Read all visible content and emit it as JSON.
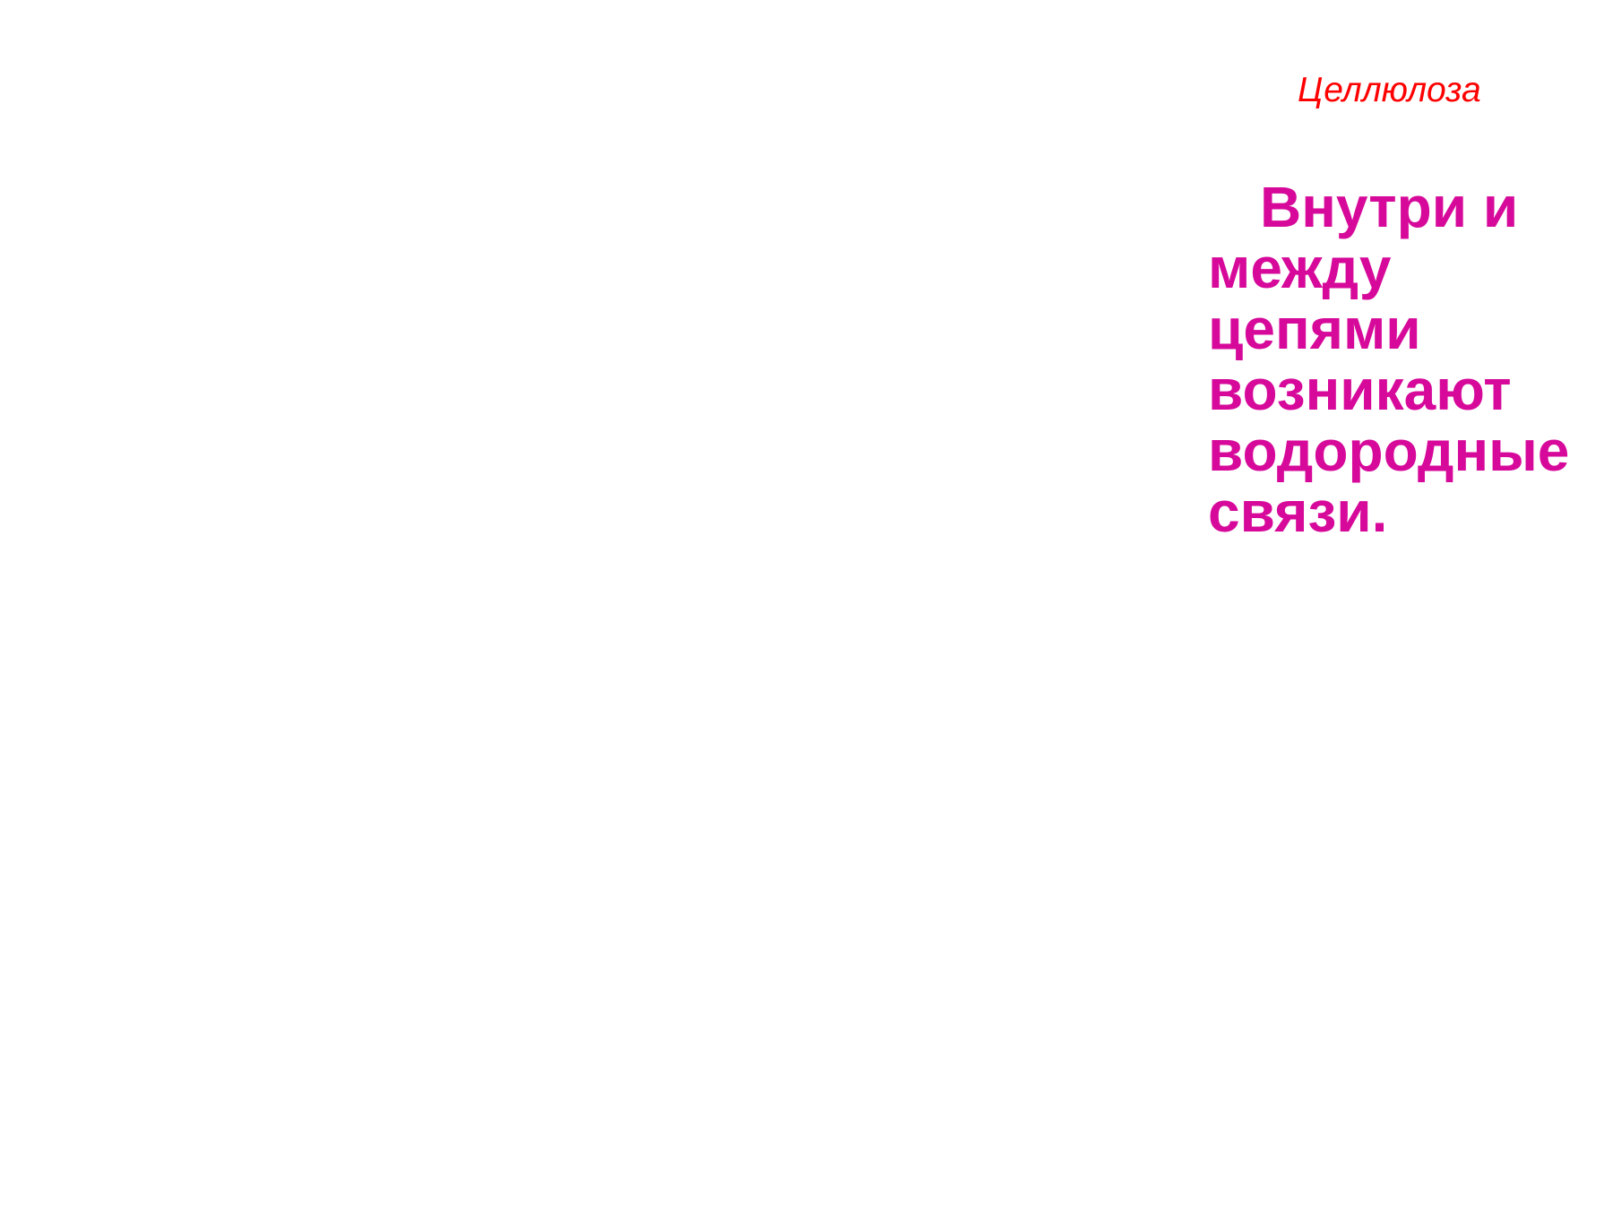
{
  "slide": {
    "title": "Целлюлоза",
    "text_lines": [
      "Внутри и",
      "между",
      "цепями",
      "возникают",
      "водородные",
      "связи."
    ]
  },
  "colors": {
    "title": "#ff0000",
    "body": "#d6099a",
    "background": "#ffffff"
  }
}
